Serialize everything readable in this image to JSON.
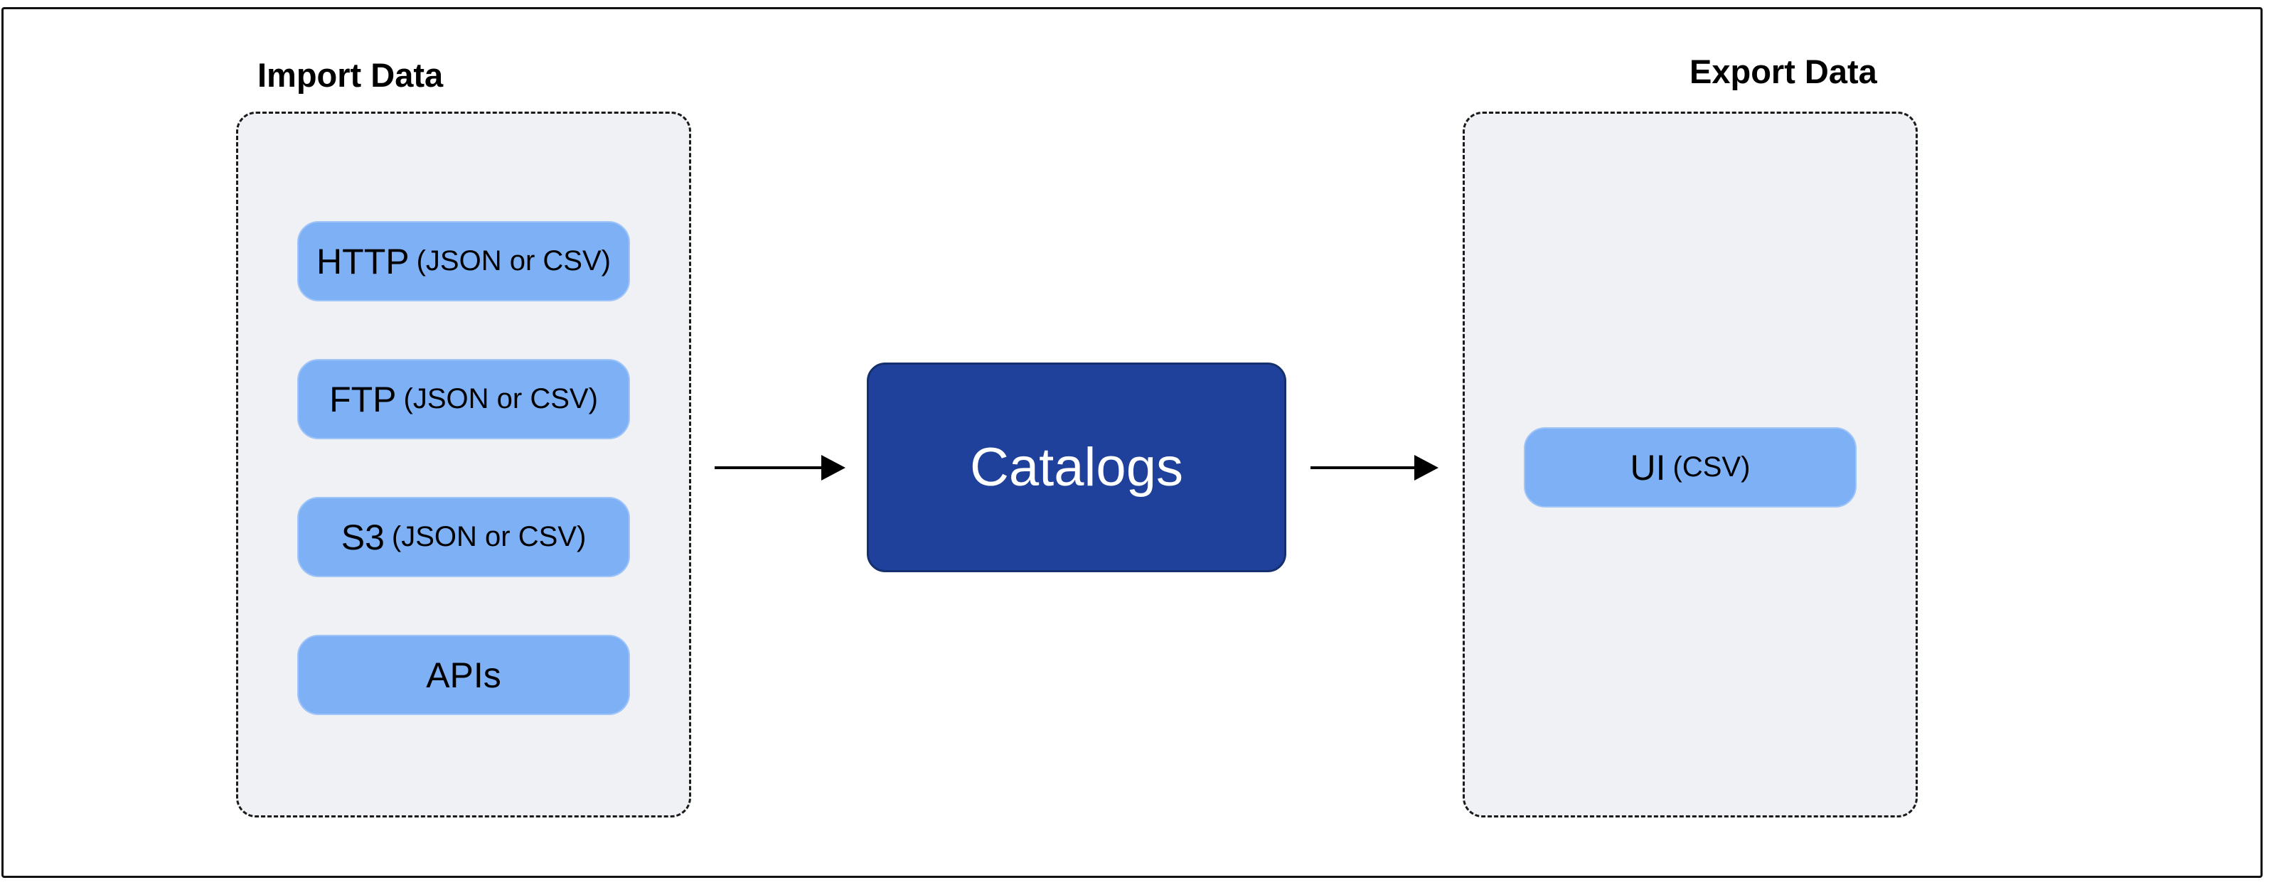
{
  "import": {
    "title": "Import Data",
    "items": [
      {
        "main": "HTTP",
        "sub": "(JSON or CSV)"
      },
      {
        "main": "FTP",
        "sub": "(JSON or CSV)"
      },
      {
        "main": "S3",
        "sub": "(JSON or CSV)"
      },
      {
        "main": "APIs",
        "sub": ""
      }
    ]
  },
  "center": {
    "label": "Catalogs"
  },
  "export": {
    "title": "Export Data",
    "items": [
      {
        "main": "UI",
        "sub": "(CSV)"
      }
    ]
  },
  "colors": {
    "pill_fill": "#7eb0f6",
    "center_fill": "#1f419b",
    "group_fill": "#eff1f4"
  }
}
